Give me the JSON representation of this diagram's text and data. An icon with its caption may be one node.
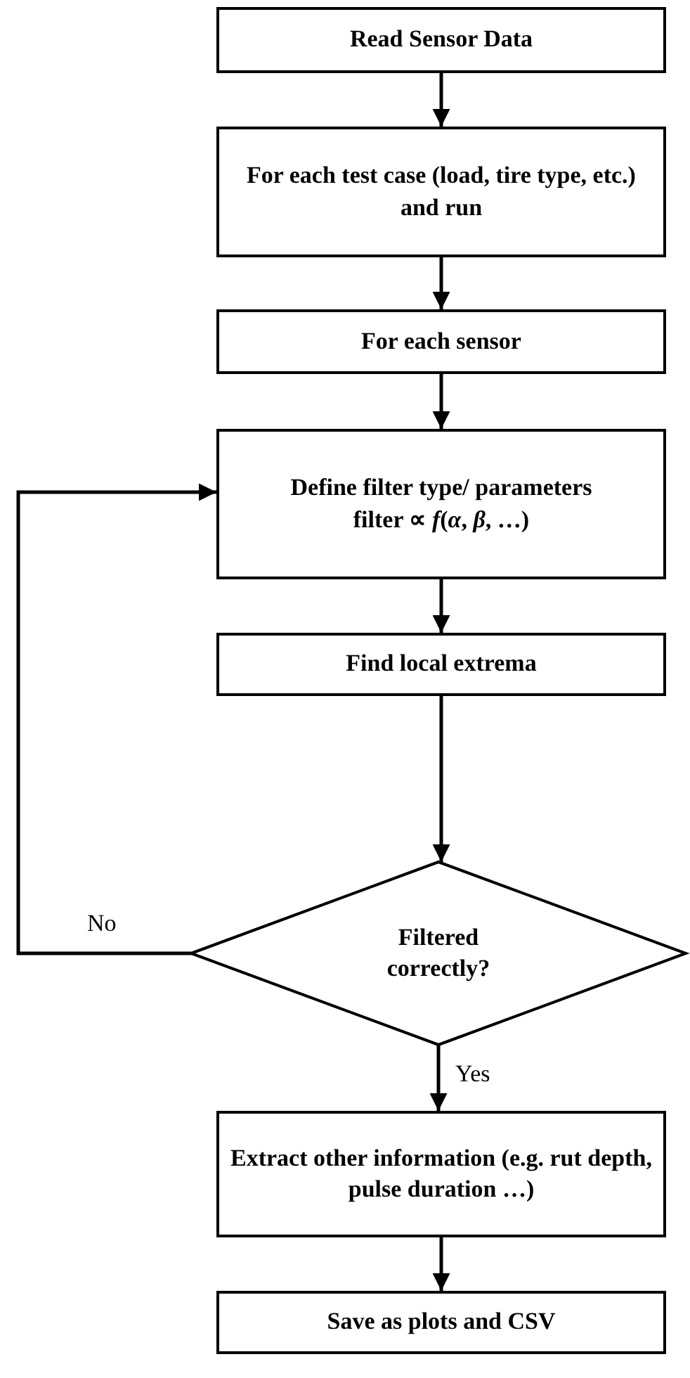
{
  "diagram": {
    "nodes": [
      {
        "text": [
          "Read Sensor Data"
        ]
      },
      {
        "text": [
          "For each test case (load, tire type, etc.) and run"
        ]
      },
      {
        "text": [
          "For each sensor"
        ]
      },
      {
        "text": [
          "Define filter type/ parameters",
          "filter ∝ *f*(*α*, *β*, …)"
        ]
      },
      {
        "text": [
          "Find local extrema"
        ]
      },
      {
        "text": [
          "Filtered correctly?"
        ]
      },
      {
        "text": [
          "Extract other information (e.g. rut depth, pulse duration …)"
        ]
      },
      {
        "text": [
          "Save as plots and CSV"
        ]
      }
    ],
    "edges": [
      {
        "from": 0,
        "to": 1,
        "arrow": "to"
      },
      {
        "from": 1,
        "to": 2,
        "arrow": "to"
      },
      {
        "from": 2,
        "to": 3,
        "arrow": "to"
      },
      {
        "from": 3,
        "to": 4,
        "arrow": "to"
      },
      {
        "from": 4,
        "to": 5,
        "arrow": "to"
      },
      {
        "from": 5,
        "to": 3,
        "arrow": "to",
        "label": "No"
      },
      {
        "from": 5,
        "to": 6,
        "arrow": "to",
        "label": "Yes"
      },
      {
        "from": 6,
        "to": 7,
        "arrow": "to"
      }
    ]
  }
}
